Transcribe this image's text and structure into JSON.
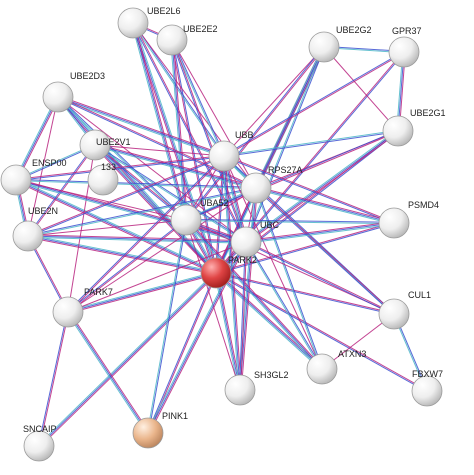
{
  "network": {
    "nodes": [
      {
        "id": "UBE2L6",
        "label": "UBE2L6",
        "kind": "normal"
      },
      {
        "id": "UBE2E2",
        "label": "UBE2E2",
        "kind": "normal"
      },
      {
        "id": "UBE2G2",
        "label": "UBE2G2",
        "kind": "normal"
      },
      {
        "id": "GPR37",
        "label": "GPR37",
        "kind": "normal"
      },
      {
        "id": "UBE2D3",
        "label": "UBE2D3",
        "kind": "normal"
      },
      {
        "id": "UBE2G1",
        "label": "UBE2G1",
        "kind": "normal"
      },
      {
        "id": "UBE2V1",
        "label": "UBE2V1",
        "kind": "normal"
      },
      {
        "id": "UBB",
        "label": "UBB",
        "kind": "normal"
      },
      {
        "id": "ENSP00",
        "label": "ENSP00",
        "kind": "normal"
      },
      {
        "id": "133",
        "label": "133",
        "kind": "normal"
      },
      {
        "id": "RPS27A",
        "label": "RPS27A",
        "kind": "normal"
      },
      {
        "id": "UBA52",
        "label": "UBA52",
        "kind": "normal"
      },
      {
        "id": "PSMD4",
        "label": "PSMD4",
        "kind": "normal"
      },
      {
        "id": "UBE2N",
        "label": "UBE2N",
        "kind": "normal"
      },
      {
        "id": "UBC",
        "label": "UBC",
        "kind": "normal"
      },
      {
        "id": "PARK2",
        "label": "PARK2",
        "kind": "query"
      },
      {
        "id": "PARK7",
        "label": "PARK7",
        "kind": "normal"
      },
      {
        "id": "CUL1",
        "label": "CUL1",
        "kind": "normal"
      },
      {
        "id": "ATXN3",
        "label": "ATXN3",
        "kind": "normal"
      },
      {
        "id": "FBXW7",
        "label": "FBXW7",
        "kind": "normal"
      },
      {
        "id": "SH3GL2",
        "label": "SH3GL2",
        "kind": "normal"
      },
      {
        "id": "PINK1",
        "label": "PINK1",
        "kind": "tan"
      },
      {
        "id": "SNCAIP",
        "label": "SNCAIP",
        "kind": "normal"
      }
    ],
    "edges": [
      [
        "PARK2",
        "UBE2L6"
      ],
      [
        "PARK2",
        "UBE2E2"
      ],
      [
        "PARK2",
        "UBE2G2"
      ],
      [
        "PARK2",
        "GPR37"
      ],
      [
        "PARK2",
        "UBE2D3"
      ],
      [
        "PARK2",
        "UBE2G1"
      ],
      [
        "PARK2",
        "UBE2V1"
      ],
      [
        "PARK2",
        "UBB"
      ],
      [
        "PARK2",
        "ENSP00"
      ],
      [
        "PARK2",
        "RPS27A"
      ],
      [
        "PARK2",
        "UBA52"
      ],
      [
        "PARK2",
        "PSMD4"
      ],
      [
        "PARK2",
        "UBE2N"
      ],
      [
        "PARK2",
        "UBC"
      ],
      [
        "PARK2",
        "PARK7"
      ],
      [
        "PARK2",
        "CUL1"
      ],
      [
        "PARK2",
        "ATXN3"
      ],
      [
        "PARK2",
        "FBXW7"
      ],
      [
        "PARK2",
        "SH3GL2"
      ],
      [
        "PARK2",
        "PINK1"
      ],
      [
        "PARK2",
        "SNCAIP"
      ],
      [
        "UBE2L6",
        "UBE2E2"
      ],
      [
        "UBE2L6",
        "UBB"
      ],
      [
        "UBE2L6",
        "RPS27A"
      ],
      [
        "UBE2L6",
        "UBA52"
      ],
      [
        "UBE2L6",
        "UBC"
      ],
      [
        "UBE2E2",
        "UBB"
      ],
      [
        "UBE2E2",
        "RPS27A"
      ],
      [
        "UBE2E2",
        "UBA52"
      ],
      [
        "UBE2E2",
        "UBC"
      ],
      [
        "UBE2G2",
        "GPR37"
      ],
      [
        "UBE2G2",
        "UBB"
      ],
      [
        "UBE2G2",
        "RPS27A"
      ],
      [
        "UBE2G2",
        "UBA52"
      ],
      [
        "UBE2G2",
        "UBC"
      ],
      [
        "UBE2G2",
        "UBE2G1"
      ],
      [
        "GPR37",
        "UBE2G1"
      ],
      [
        "GPR37",
        "UBB"
      ],
      [
        "UBE2G1",
        "UBB"
      ],
      [
        "UBE2G1",
        "RPS27A"
      ],
      [
        "UBE2G1",
        "UBC"
      ],
      [
        "UBE2G1",
        "UBA52"
      ],
      [
        "UBE2D3",
        "UBE2V1"
      ],
      [
        "UBE2D3",
        "UBE2N"
      ],
      [
        "UBE2D3",
        "UBB"
      ],
      [
        "UBE2D3",
        "RPS27A"
      ],
      [
        "UBE2D3",
        "UBA52"
      ],
      [
        "UBE2D3",
        "UBC"
      ],
      [
        "UBE2D3",
        "ENSP00"
      ],
      [
        "UBE2V1",
        "UBE2N"
      ],
      [
        "UBE2V1",
        "ENSP00"
      ],
      [
        "UBE2V1",
        "UBB"
      ],
      [
        "UBE2V1",
        "RPS27A"
      ],
      [
        "UBE2V1",
        "UBA52"
      ],
      [
        "UBE2V1",
        "UBC"
      ],
      [
        "UBE2V1",
        "PARK7"
      ],
      [
        "ENSP00",
        "UBE2N"
      ],
      [
        "ENSP00",
        "UBB"
      ],
      [
        "ENSP00",
        "RPS27A"
      ],
      [
        "ENSP00",
        "UBA52"
      ],
      [
        "ENSP00",
        "UBC"
      ],
      [
        "UBE2N",
        "UBB"
      ],
      [
        "UBE2N",
        "RPS27A"
      ],
      [
        "UBE2N",
        "UBA52"
      ],
      [
        "UBE2N",
        "UBC"
      ],
      [
        "UBE2N",
        "PARK7"
      ],
      [
        "UBB",
        "RPS27A"
      ],
      [
        "UBB",
        "UBA52"
      ],
      [
        "UBB",
        "UBC"
      ],
      [
        "UBB",
        "PSMD4"
      ],
      [
        "UBB",
        "CUL1"
      ],
      [
        "UBB",
        "ATXN3"
      ],
      [
        "UBB",
        "SH3GL2"
      ],
      [
        "UBB",
        "PARK7"
      ],
      [
        "RPS27A",
        "UBA52"
      ],
      [
        "RPS27A",
        "UBC"
      ],
      [
        "RPS27A",
        "PSMD4"
      ],
      [
        "RPS27A",
        "CUL1"
      ],
      [
        "RPS27A",
        "ATXN3"
      ],
      [
        "RPS27A",
        "PARK7"
      ],
      [
        "RPS27A",
        "SH3GL2"
      ],
      [
        "UBA52",
        "UBC"
      ],
      [
        "UBA52",
        "PSMD4"
      ],
      [
        "UBA52",
        "CUL1"
      ],
      [
        "UBA52",
        "ATXN3"
      ],
      [
        "UBA52",
        "PARK7"
      ],
      [
        "UBA52",
        "PINK1"
      ],
      [
        "UBA52",
        "SH3GL2"
      ],
      [
        "UBC",
        "PSMD4"
      ],
      [
        "UBC",
        "CUL1"
      ],
      [
        "UBC",
        "ATXN3"
      ],
      [
        "UBC",
        "PARK7"
      ],
      [
        "UBC",
        "PINK1"
      ],
      [
        "UBC",
        "SH3GL2"
      ],
      [
        "CUL1",
        "FBXW7"
      ],
      [
        "CUL1",
        "ATXN3"
      ],
      [
        "PARK7",
        "PINK1"
      ],
      [
        "PARK7",
        "SNCAIP"
      ]
    ],
    "colors": {
      "node_fill": "#eeeeee",
      "node_stroke": "#9a9a9a",
      "query_fill": "#d9393f",
      "tan_fill": "#e8b48a",
      "edge_magenta": "#b8237f",
      "edge_blue": "#3a4fd0",
      "edge_cyan": "#4bb6c8",
      "edge_dark": "#333333",
      "label": "#222222"
    }
  }
}
